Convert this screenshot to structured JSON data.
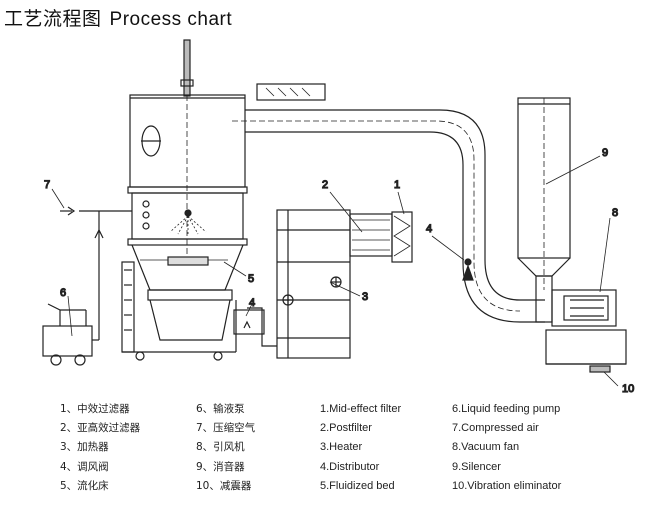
{
  "title_zh": "工艺流程图",
  "title_en": "Process chart",
  "callouts": [
    "1",
    "2",
    "3",
    "4",
    "5",
    "6",
    "7",
    "8",
    "9",
    "10"
  ],
  "legend_zh_col1": [
    "1、中效过滤器",
    "2、亚高效过滤器",
    "3、加热器",
    "4、调风阀",
    "5、流化床"
  ],
  "legend_zh_col2": [
    "6、输液泵",
    "7、压缩空气",
    "8、引风机",
    "9、消音器",
    "10、减震器"
  ],
  "legend_en_col1": [
    "1.Mid-effect filter",
    "2.Postfilter",
    "3.Heater",
    "4.Distributor",
    "5.Fluidized bed"
  ],
  "legend_en_col2": [
    "6.Liquid feeding pump",
    "7.Compressed air",
    "8.Vacuum fan",
    "9.Silencer",
    "10.Vibration eliminator"
  ]
}
